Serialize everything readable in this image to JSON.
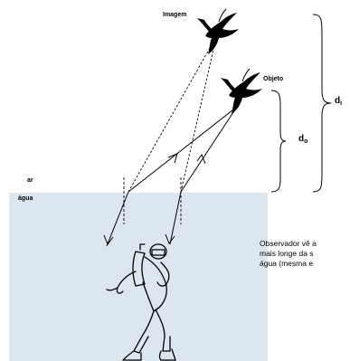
{
  "labels": {
    "image": "Imagem",
    "object": "Objeto",
    "air": "ar",
    "water": "água",
    "di_main": "d",
    "di_sub": "i",
    "do_main": "d",
    "do_sub": "o"
  },
  "caption": {
    "line1": "Observador vê a",
    "line2": "mais longe da s",
    "line3": "água (mesma e"
  },
  "colors": {
    "water": "#dce6f1",
    "ink": "#000000"
  }
}
